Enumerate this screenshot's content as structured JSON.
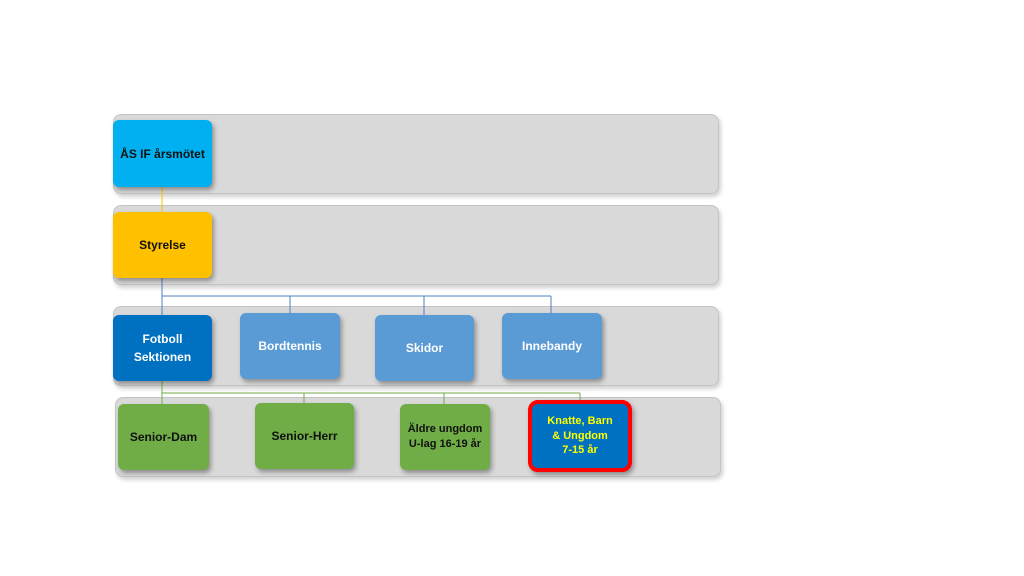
{
  "diagram": {
    "colors": {
      "band": "#d9d9d9",
      "cyan": "#00b0f0",
      "gold": "#ffc000",
      "blue_dark": "#0070c0",
      "blue_light": "#5b9bd5",
      "green": "#70ad47",
      "highlight_border": "#ff0000",
      "highlight_text": "#ffff00"
    },
    "nodes": {
      "arsmotet": "ÅS IF årsmötet",
      "styrelse": "Styrelse",
      "fotboll": "Fotboll\nSektionen",
      "bordtennis": "Bordtennis",
      "skidor": "Skidor",
      "innebandy": "Innebandy",
      "senior_dam": "Senior-Dam",
      "senior_herr": "Senior-Herr",
      "aldre_ungdom": "Äldre ungdom\nU-lag 16-19 år",
      "knatte": "Knatte, Barn\n& Ungdom\n7-15 år"
    }
  }
}
